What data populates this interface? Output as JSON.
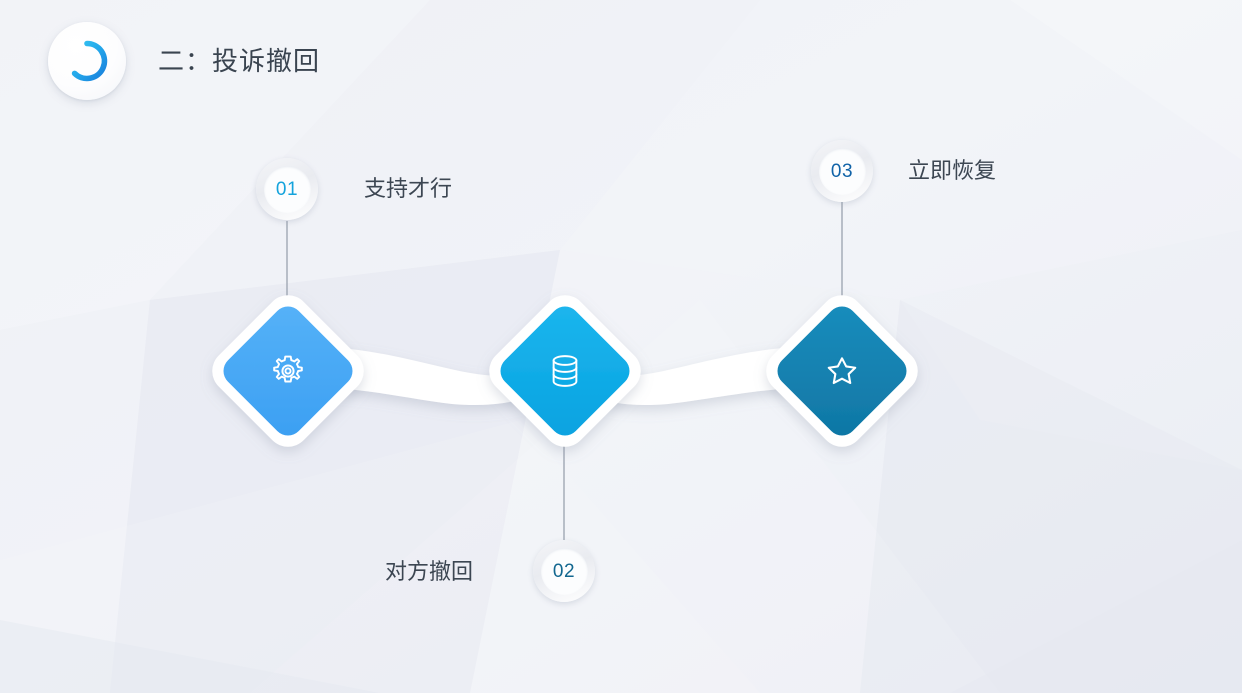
{
  "slide": {
    "background_color": "#eef0f5",
    "header": {
      "logo_icon": "ring-logo-icon",
      "logo_colors": {
        "start": "#2fc0f0",
        "end": "#1a86e0"
      },
      "title": "二：投诉撤回"
    }
  },
  "diagram": {
    "type": "process-flow",
    "connector_color": "#9aa3ae",
    "ribbon_color": "#ffffff",
    "nodes": [
      {
        "index": "01",
        "number": "01",
        "number_color": "#14a3dc",
        "label": "支持才行",
        "label_position": "right",
        "icon": "gear-icon",
        "diamond_color": "#46a8f5",
        "marker_position": "above"
      },
      {
        "index": "02",
        "number": "02",
        "number_color": "#12678f",
        "label": "对方撤回",
        "label_position": "left",
        "icon": "database-icon",
        "diamond_color": "#0daae5",
        "marker_position": "below"
      },
      {
        "index": "03",
        "number": "03",
        "number_color": "#1063a8",
        "label": "立即恢复",
        "label_position": "right",
        "icon": "star-icon",
        "diamond_color": "#1380ae",
        "marker_position": "above"
      }
    ]
  }
}
